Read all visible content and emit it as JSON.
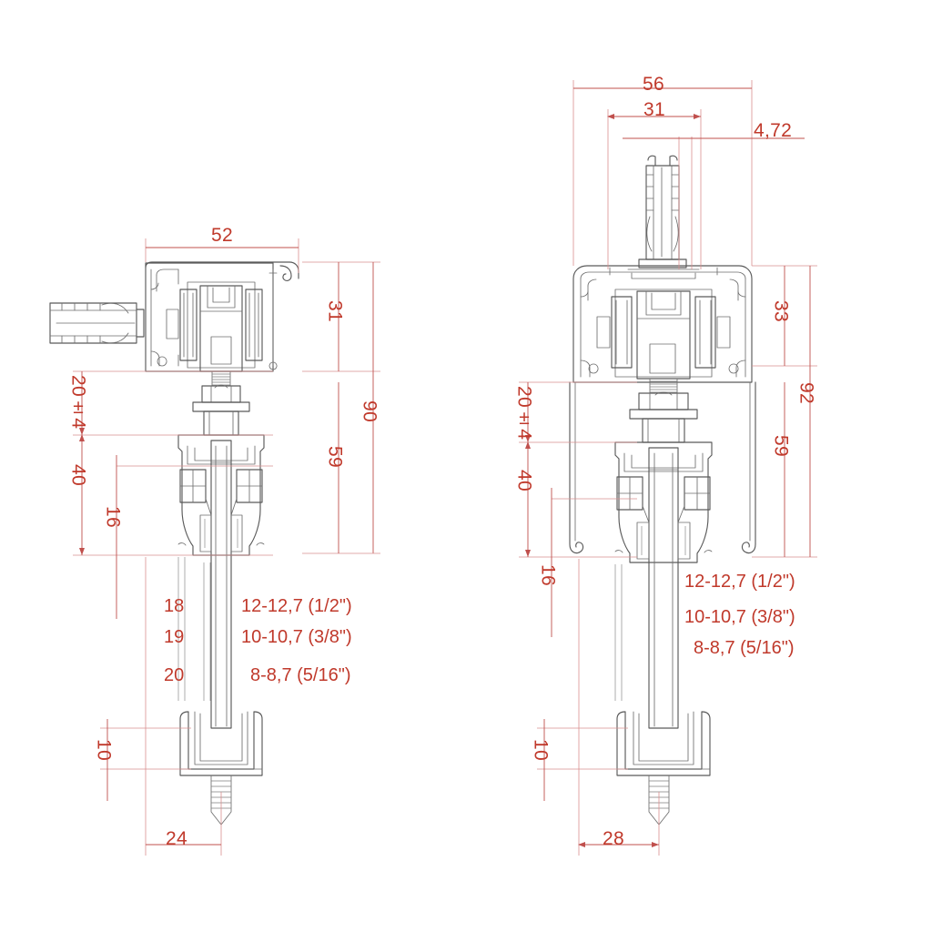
{
  "drawing": {
    "title": "Sliding door track assembly cross-sections",
    "units": "mm",
    "dim_color": "#c0392b",
    "part_color": "#5a5a5a",
    "ext_line_color": "#d98f8f"
  },
  "views": {
    "left": {
      "name": "wall-mounted-single-track",
      "dimensions": {
        "width_top": "52",
        "track_height": "31",
        "overall_height": "90",
        "fascia_height": "59",
        "gap_tolerance": "20±4",
        "clamp_height": "40",
        "clamp_offset": "16",
        "floor_guide_height": "10",
        "floor_guide_offset": "24"
      },
      "glass_table": {
        "codes": [
          "18",
          "19",
          "20"
        ],
        "specs": [
          "12-12,7 (1/2\")",
          "10-10,7 (3/8\")",
          "8-8,7 (5/16\")"
        ]
      }
    },
    "right": {
      "name": "ceiling-mounted-double-track",
      "dimensions": {
        "width_top": "56",
        "inner_width": "31",
        "anchor_offset": "4,72",
        "track_height": "33",
        "overall_height": "92",
        "fascia_height": "59",
        "gap_tolerance": "20±4",
        "clamp_height": "40",
        "clamp_offset": "16",
        "floor_guide_height": "10",
        "floor_guide_offset": "28"
      },
      "glass_table": {
        "codes": [],
        "specs": [
          "12-12,7 (1/2\")",
          "10-10,7 (3/8\")",
          "8-8,7 (5/16\")"
        ]
      }
    }
  }
}
